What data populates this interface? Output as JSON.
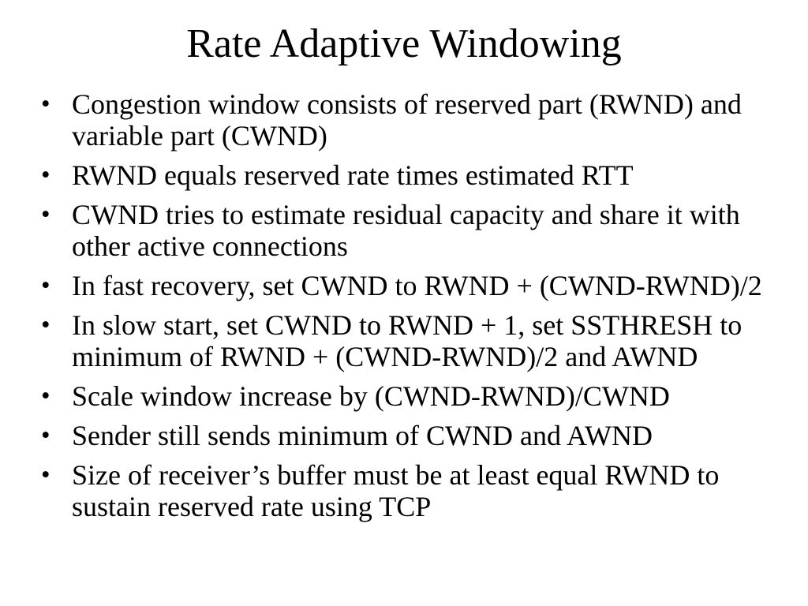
{
  "slide": {
    "title": "Rate Adaptive Windowing",
    "bullet_char": "•",
    "bullets": [
      "Congestion window consists of reserved part (RWND) and\nvariable part (CWND)",
      "RWND equals reserved rate times estimated RTT",
      "CWND tries to estimate residual capacity and share it with\nother active connections",
      "In fast recovery, set CWND to RWND + (CWND-RWND)/2",
      "In slow start, set CWND to RWND + 1, set SSTHRESH to\nminimum of RWND + (CWND-RWND)/2 and AWND",
      "Scale window increase by (CWND-RWND)/CWND",
      "Sender still sends minimum of CWND and AWND",
      "Size of receiver’s buffer must be at least equal RWND to\nsustain reserved rate using TCP"
    ],
    "colors": {
      "background": "#ffffff",
      "text": "#000000"
    }
  }
}
